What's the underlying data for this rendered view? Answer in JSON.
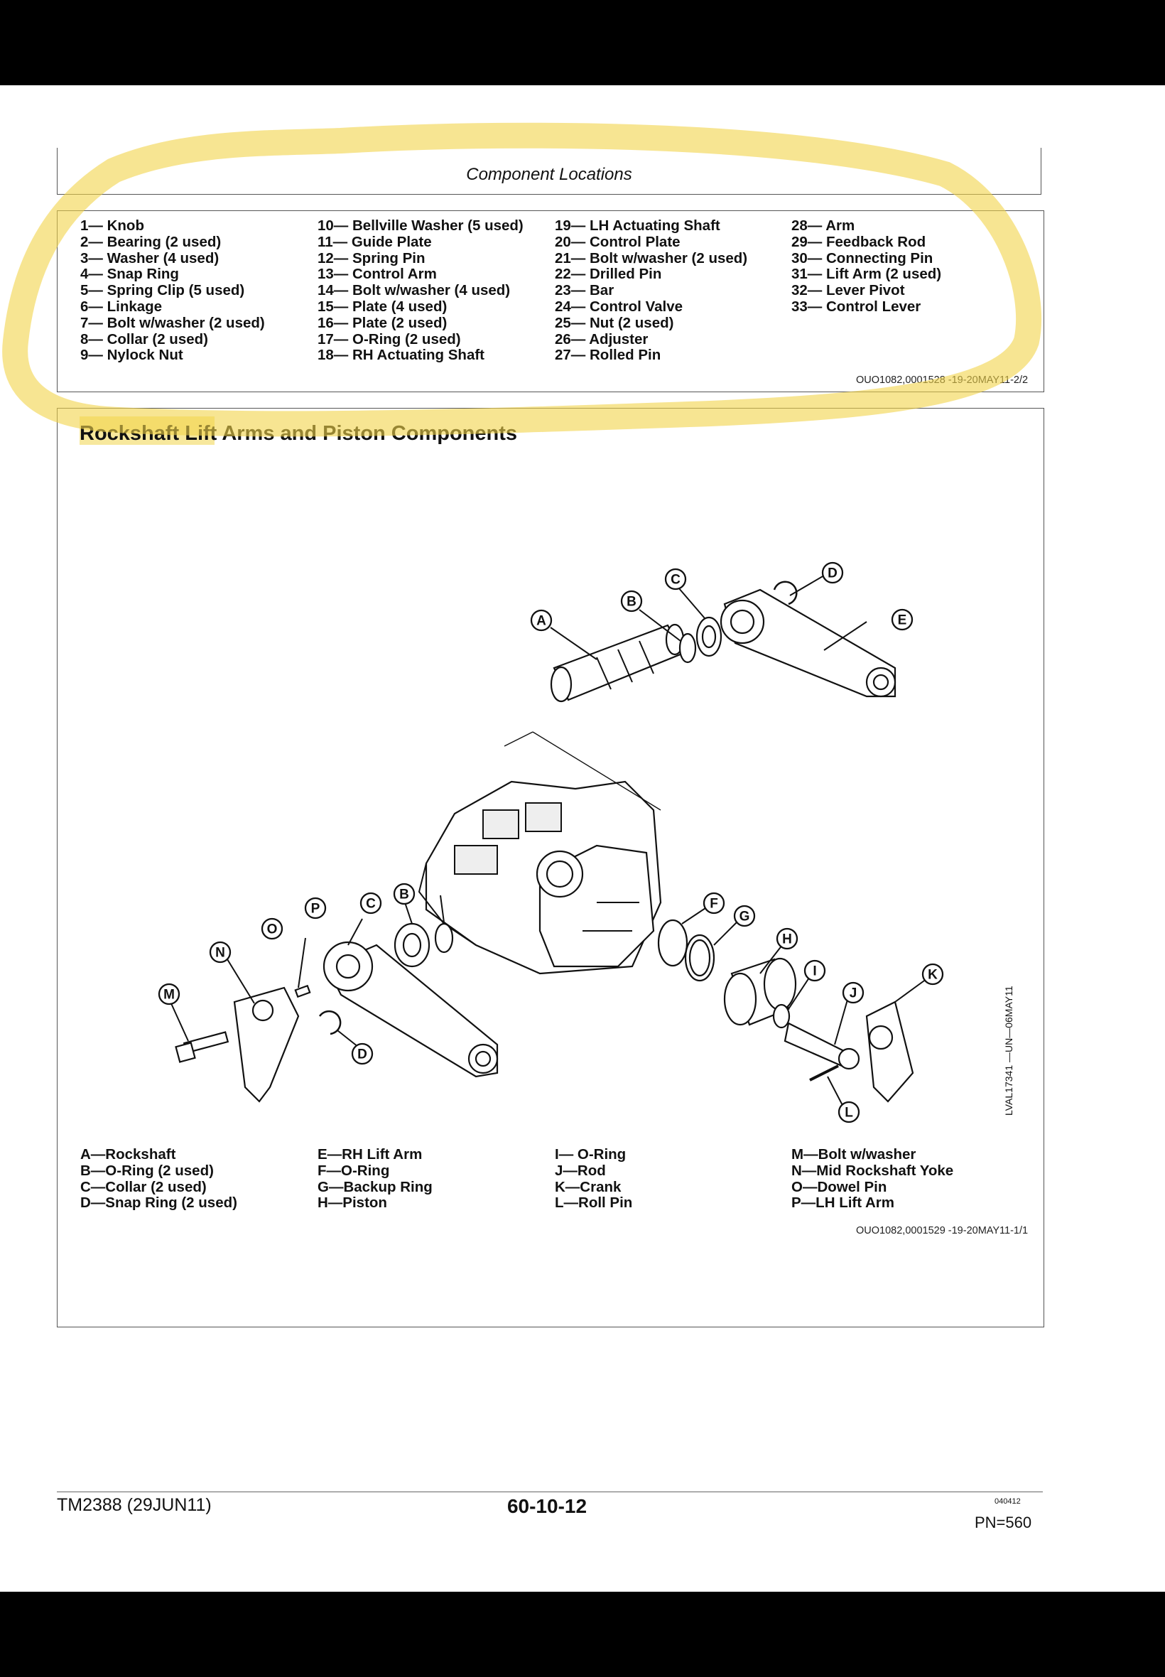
{
  "component_locations": {
    "title": "Component Locations",
    "columns": [
      [
        "1— Knob",
        "2— Bearing (2 used)",
        "3— Washer (4 used)",
        "4— Snap Ring",
        "5— Spring Clip (5 used)",
        "6— Linkage",
        "7— Bolt w/washer (2 used)",
        "8— Collar (2 used)",
        "9— Nylock Nut"
      ],
      [
        "10— Bellville Washer (5 used)",
        "11— Guide Plate",
        "12— Spring Pin",
        "13— Control Arm",
        "14— Bolt w/washer (4 used)",
        "15— Plate (4 used)",
        "16— Plate (2 used)",
        "17— O-Ring (2 used)",
        "18— RH Actuating Shaft"
      ],
      [
        "19— LH Actuating Shaft",
        "20— Control Plate",
        "21— Bolt w/washer (2 used)",
        "22— Drilled Pin",
        "23— Bar",
        "24— Control Valve",
        "25— Nut (2 used)",
        "26— Adjuster",
        "27— Rolled Pin"
      ],
      [
        "28— Arm",
        "29— Feedback Rod",
        "30— Connecting Pin",
        "31— Lift Arm (2 used)",
        "32— Lever Pivot",
        "33— Control Lever"
      ]
    ],
    "reference": "OUO1082,0001528 -19-20MAY11-2/2"
  },
  "rockshaft": {
    "title": "Rockshaft Lift Arms and Piston Components",
    "figure_id": "LVAL17341 —UN—06MAY11",
    "callout_letters": [
      "A",
      "B",
      "C",
      "D",
      "E",
      "B",
      "C",
      "D",
      "F",
      "G",
      "H",
      "I",
      "J",
      "K",
      "L",
      "M",
      "N",
      "O",
      "P"
    ],
    "legend_columns": [
      [
        "A—Rockshaft",
        "B—O-Ring (2 used)",
        "C—Collar (2 used)",
        "D—Snap Ring (2 used)"
      ],
      [
        "E—RH Lift Arm",
        "F—O-Ring",
        "G—Backup Ring",
        "H—Piston"
      ],
      [
        "I— O-Ring",
        "J—Rod",
        "K—Crank",
        "L—Roll Pin"
      ],
      [
        "M—Bolt w/washer",
        "N—Mid Rockshaft Yoke",
        "O—Dowel Pin",
        "P—LH Lift Arm"
      ]
    ],
    "reference": "OUO1082,0001529 -19-20MAY11-1/1"
  },
  "footer": {
    "left": "TM2388 (29JUN11)",
    "center": "60-10-12",
    "code": "040412",
    "page_number": "PN=560"
  },
  "colors": {
    "highlight": "#f2d34a",
    "frame": "#000000",
    "page": "#ffffff"
  }
}
